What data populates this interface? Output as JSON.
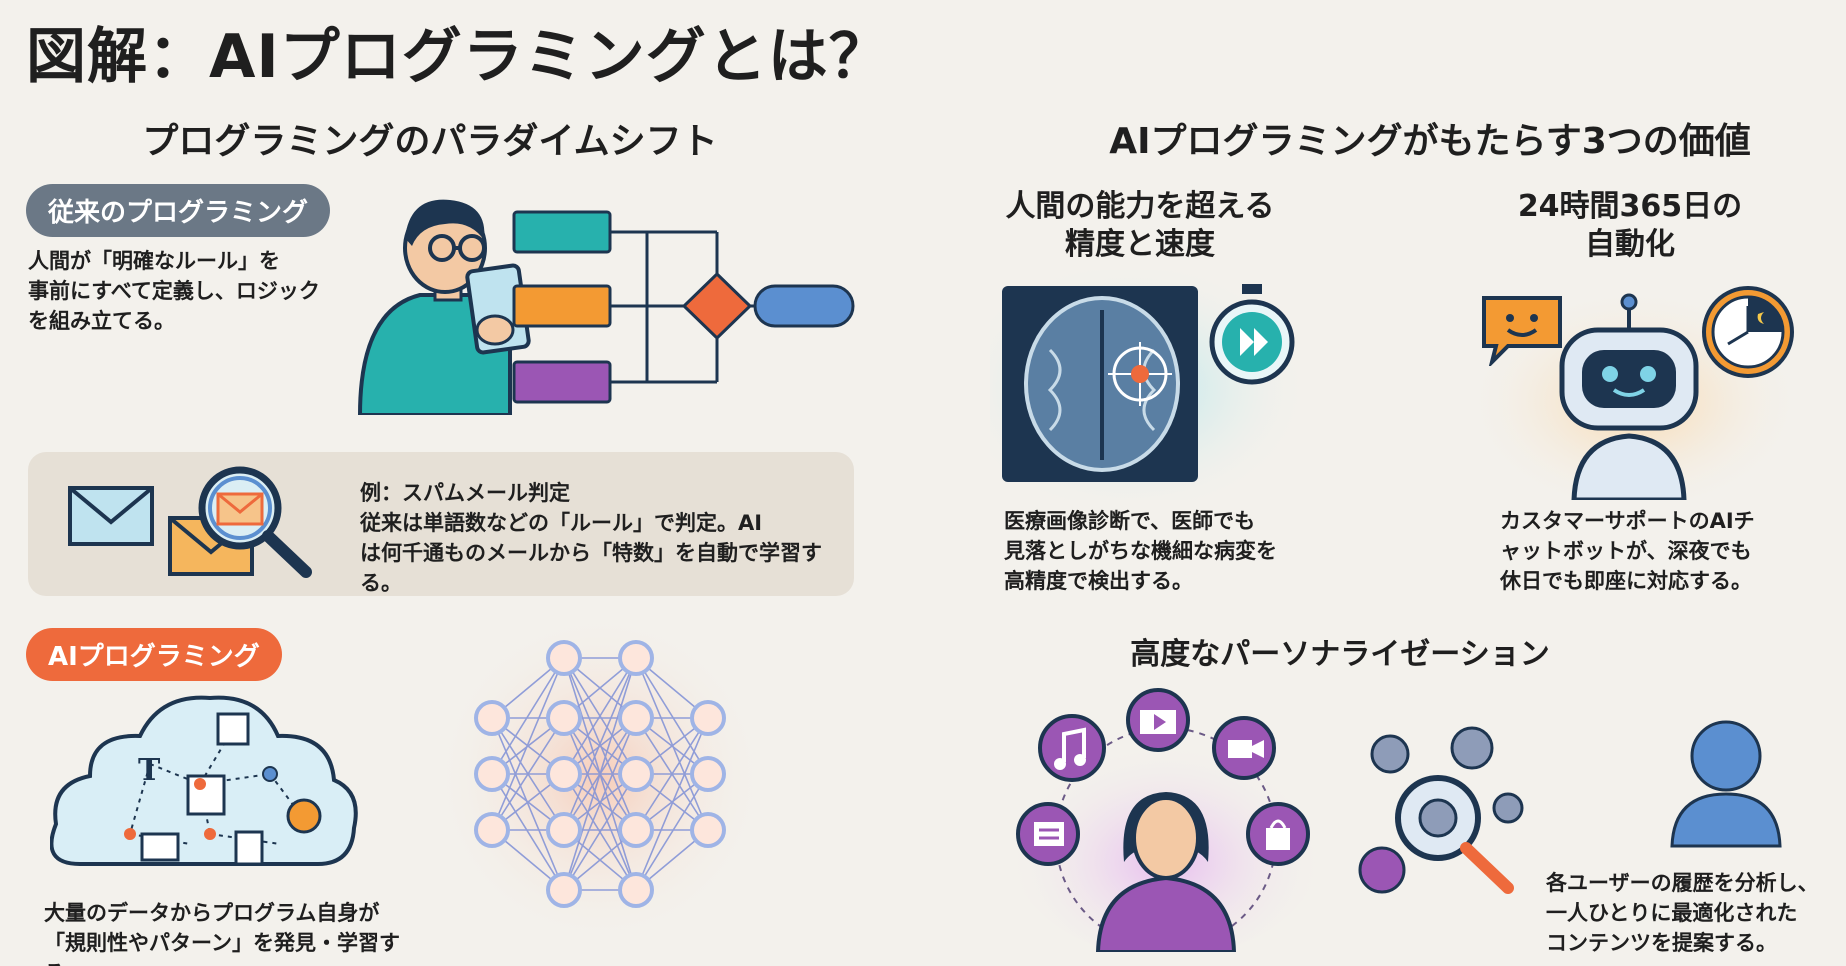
{
  "main_title": "図解：AIプログラミングとは？",
  "left": {
    "section_title": "プログラミングのパラダイムシフト",
    "traditional": {
      "label": "従来のプログラミング",
      "text": "人間が「明確なルール」を\n事前にすべて定義し、ロジック\nを組み立てる。"
    },
    "example": {
      "title": "例：スパムメール判定",
      "line1": "従来は単語数などの「ルール」で判定。AI",
      "line2": "は何千通ものメールから「特数」を自動で学習する。"
    },
    "ai": {
      "label": "AIプログラミング",
      "text": "大量のデータからプログラム自身が\n「規則性やパターン」を発見・学習する。"
    }
  },
  "right": {
    "section_title": "AIプログラミングがもたらす3つの価値",
    "value1": {
      "title": "人間の能力を超える\n精度と速度",
      "text": "医療画像診断で、医師でも\n見落としがちな機細な病変を\n高精度で検出する。"
    },
    "value2": {
      "title": "24時間365日の\n自動化",
      "text": "カスタマーサポートのAIチ\nャットボットが、深夜でも\n休日でも即座に対応する。"
    },
    "value3": {
      "title": "高度なパーソナライゼーション",
      "text": "各ユーザーの履歴を分析し、\n一人ひとりに最適化された\nコンテンツを提案する。"
    }
  },
  "colors": {
    "teal": "#27b1ad",
    "orange": "#f39a33",
    "purple": "#9b56b4",
    "red_orange": "#ee6a3c",
    "blue": "#5b8fd0",
    "navy": "#1d3550"
  },
  "icons": [
    "person-with-tablet-icon",
    "flowchart-icon",
    "envelope-icon",
    "magnifier-icon",
    "data-cloud-icon",
    "neural-network-icon",
    "brain-scan-icon",
    "stopwatch-icon",
    "chat-bubble-icon",
    "robot-icon",
    "clock-icon",
    "music-icon",
    "video-icon",
    "camera-icon",
    "news-icon",
    "shopping-bag-icon",
    "woman-icon",
    "gears-icon",
    "user-icon"
  ]
}
